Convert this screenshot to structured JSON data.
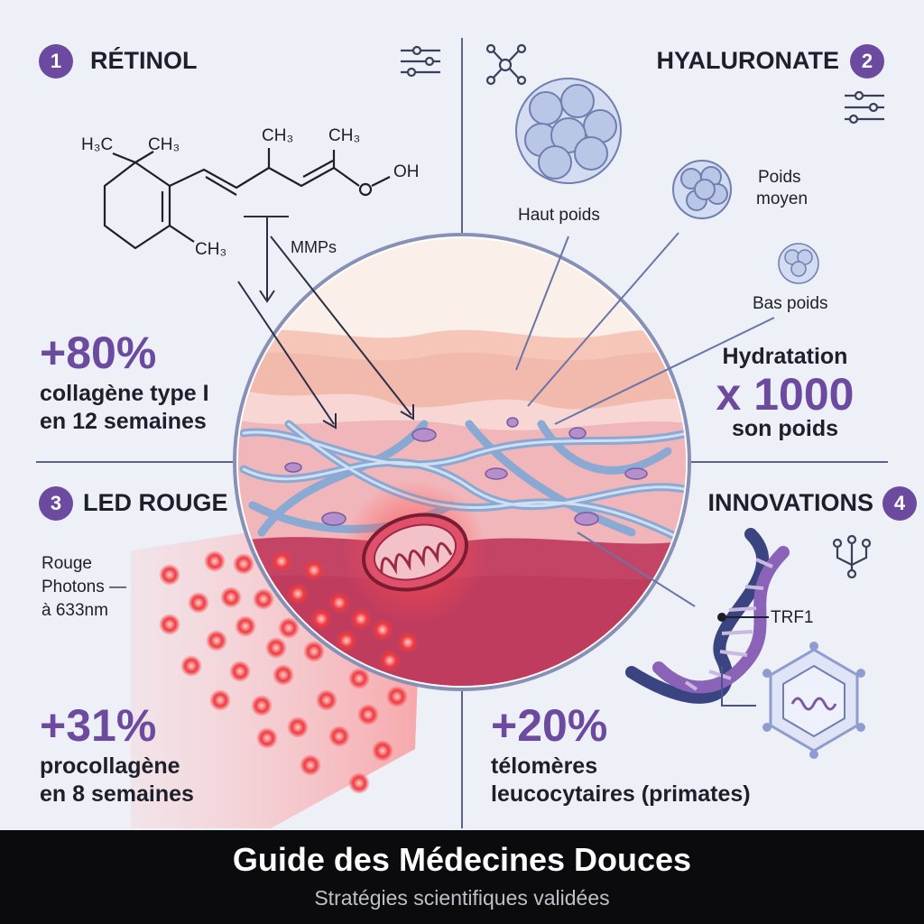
{
  "sections": {
    "retinol": {
      "number": "1",
      "title": "RÉTINOL",
      "stat": "+80%",
      "line1": "collagène type I",
      "line2": "en 12 semaines"
    },
    "hyaluronate": {
      "number": "2",
      "title": "HYALURONATE",
      "stat_label": "Hydratation",
      "stat": "x 1000",
      "stat_sub": "son poids"
    },
    "led": {
      "number": "3",
      "title": "LED ROUGE",
      "stat": "+31%",
      "line1": "procollagène",
      "line2": "en 8 semaines"
    },
    "innovations": {
      "number": "4",
      "title": "INNOVATIONS",
      "stat": "+20%",
      "line1": "télomères",
      "line2": "leucocytaires (primates)"
    }
  },
  "molecule": {
    "h3c": "H₃C",
    "ch3_a": "CH₃",
    "ch3_b": "CH₃",
    "ch3_c": "CH₃",
    "ch3_d": "CH₃",
    "oh": "OH",
    "mmps": "MMPs"
  },
  "hyaluronate_labels": {
    "high": "Haut poids",
    "mid_line1": "Poids",
    "mid_line2": "moyen",
    "low": "Bas poids"
  },
  "led_labels": {
    "line1": "Rouge",
    "line2": "Photons —",
    "line3": "à 633nm"
  },
  "dna_label": "TRF1",
  "footer": {
    "title": "Guide des Médecines Douces",
    "subtitle": "Stratégies scientifiques validées"
  },
  "colors": {
    "accent": "#6b4aa0",
    "red": "#e8323c",
    "fiber": "#8fb1d9",
    "background": "#eef0f7",
    "footer": "#0b0b0d"
  }
}
